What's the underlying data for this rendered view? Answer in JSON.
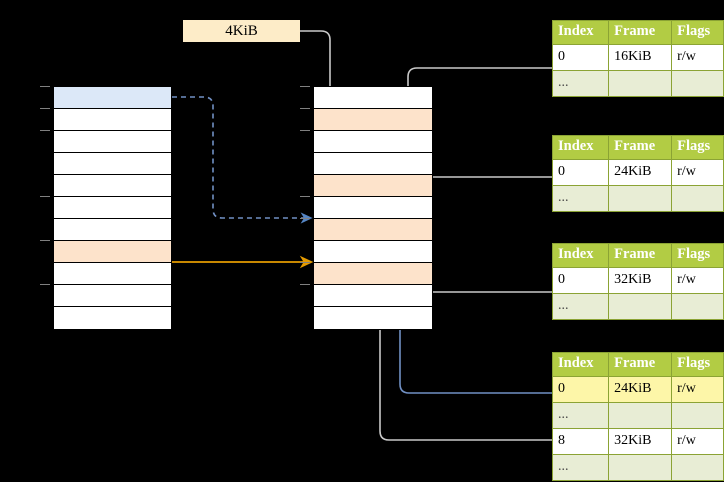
{
  "diagram": {
    "title_label": "4KiB",
    "left_table": {
      "name": "virtual-address-space",
      "rows": [
        {
          "state": "selected-blue"
        },
        {
          "state": "plain"
        },
        {
          "state": "plain"
        },
        {
          "state": "plain"
        },
        {
          "state": "plain"
        },
        {
          "state": "plain"
        },
        {
          "state": "plain"
        },
        {
          "state": "highlight-peach"
        },
        {
          "state": "plain"
        },
        {
          "state": "plain"
        },
        {
          "state": "plain"
        }
      ]
    },
    "middle_table": {
      "name": "physical-memory",
      "rows": [
        {
          "state": "plain"
        },
        {
          "state": "highlight-peach"
        },
        {
          "state": "plain"
        },
        {
          "state": "plain"
        },
        {
          "state": "highlight-peach"
        },
        {
          "state": "plain"
        },
        {
          "state": "highlight-peach"
        },
        {
          "state": "plain"
        },
        {
          "state": "highlight-peach"
        },
        {
          "state": "plain"
        },
        {
          "state": "plain"
        }
      ]
    },
    "entry_tables": [
      {
        "name": "page-table-level-1",
        "headers": [
          "Index",
          "Frame",
          "Flags"
        ],
        "rows": [
          {
            "cells": [
              "0",
              "16KiB",
              "r/w"
            ],
            "dots": false,
            "highlight": false
          },
          {
            "cells": [
              "...",
              "",
              ""
            ],
            "dots": true,
            "highlight": false
          }
        ]
      },
      {
        "name": "page-table-level-2",
        "headers": [
          "Index",
          "Frame",
          "Flags"
        ],
        "rows": [
          {
            "cells": [
              "0",
              "24KiB",
              "r/w"
            ],
            "dots": false,
            "highlight": false
          },
          {
            "cells": [
              "...",
              "",
              ""
            ],
            "dots": true,
            "highlight": false
          }
        ]
      },
      {
        "name": "page-table-level-3",
        "headers": [
          "Index",
          "Frame",
          "Flags"
        ],
        "rows": [
          {
            "cells": [
              "0",
              "32KiB",
              "r/w"
            ],
            "dots": false,
            "highlight": false
          },
          {
            "cells": [
              "...",
              "",
              ""
            ],
            "dots": true,
            "highlight": false
          }
        ]
      },
      {
        "name": "page-table-level-4",
        "headers": [
          "Index",
          "Frame",
          "Flags"
        ],
        "rows": [
          {
            "cells": [
              "0",
              "24KiB",
              "r/w"
            ],
            "dots": false,
            "highlight": true
          },
          {
            "cells": [
              "...",
              "",
              ""
            ],
            "dots": true,
            "highlight": false
          },
          {
            "cells": [
              "8",
              "32KiB",
              "r/w"
            ],
            "dots": false,
            "highlight": false
          },
          {
            "cells": [
              "...",
              "",
              ""
            ],
            "dots": true,
            "highlight": false
          }
        ]
      }
    ],
    "colors": {
      "header_green": "#b2cc44",
      "dots_row": "#e8edd5",
      "highlight_yellow": "#fdf6a8",
      "peach": "#fde3cb",
      "blue_selected": "#dce8f8",
      "callout_cream": "#fdecc8",
      "arrow_blue": "#5585c4",
      "arrow_orange": "#e59b00",
      "wire_gray": "#c9c9c9"
    }
  }
}
